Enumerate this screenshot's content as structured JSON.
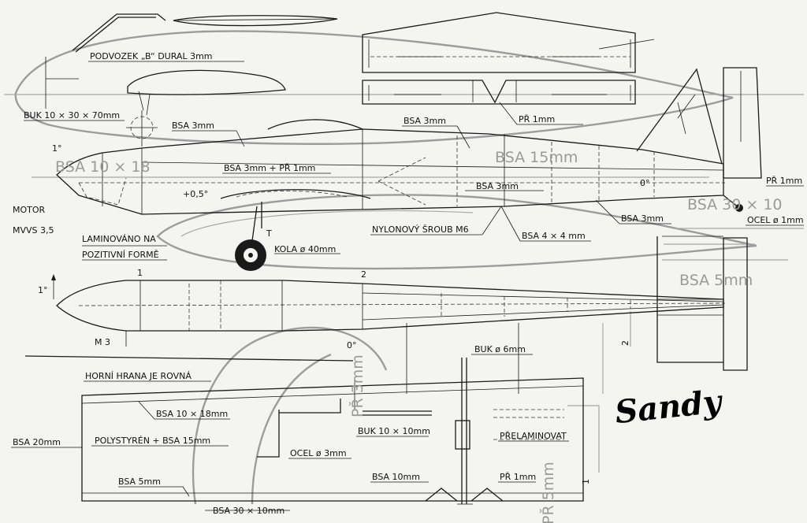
{
  "title": "Sandy",
  "labels": {
    "podvozek": "PODVOZEK „B“ DURAL   3mm",
    "buk_block": "BUK   10 × 30 × 70mm",
    "bsa3_a": "BSA  3mm",
    "bsa3_b": "BSA  3mm",
    "bsa3_pr1": "BSA 3mm + PŘ  1mm",
    "pr1_top": "PŘ  1mm",
    "bsa3_c": "BSA  3mm",
    "bsa3_d": "BSA  3mm",
    "pr1_tail": "PŘ 1mm",
    "ocel1": "OCEL ø 1mm",
    "motor": "MOTOR",
    "mvvs": "MVVS  3,5",
    "laminovano": "LAMINOVÁNO  NA",
    "pozitivni": "POZITIVNÍ  FORMĚ",
    "kola": "KOLA  ø 40mm",
    "nylon": "NYLONOVÝ  ŠROUB M6",
    "bsa4x4": "BSA  4 × 4 mm",
    "angle_1_top": "1°",
    "angle_05": "+0,5°",
    "angle_0_fus": "0°",
    "angle_1_side": "1°",
    "angle_0_wing": "0°",
    "t_mark": "T",
    "m3": "M 3",
    "sec1": "1",
    "sec2": "2",
    "horni": "HORNÍ  HRANA  JE  ROVNÁ",
    "buk6": "BUK  ø  6mm",
    "bsa10x18": "BSA   10 × 18mm",
    "bsa20": "BSA 20mm",
    "polystyren": "POLYSTYRÉN  +  BSA  15mm",
    "buk10x10": "BUK  10 × 10mm",
    "prelaminovat": "PŘELAMINOVAT",
    "ocel3": "OCEL ø 3mm",
    "bsa5": "BSA   5mm",
    "bsa10": "BSA   10mm",
    "pr1_wing": "PŘ  1mm",
    "bsa30x10": "BSA    30 × 10mm",
    "wing_sec2": "2",
    "wing_sec1": "1"
  },
  "watermarks": {
    "bsa10x18_big": "BSA 10 × 18",
    "bsa15_big": "BSA  15mm",
    "bsa30x10_big": "BSA 30 × 10",
    "bsa5_big": "BSA  5mm",
    "pr3_big": "PŘ  3mm",
    "pr5_big": "PŘ  5mm"
  }
}
